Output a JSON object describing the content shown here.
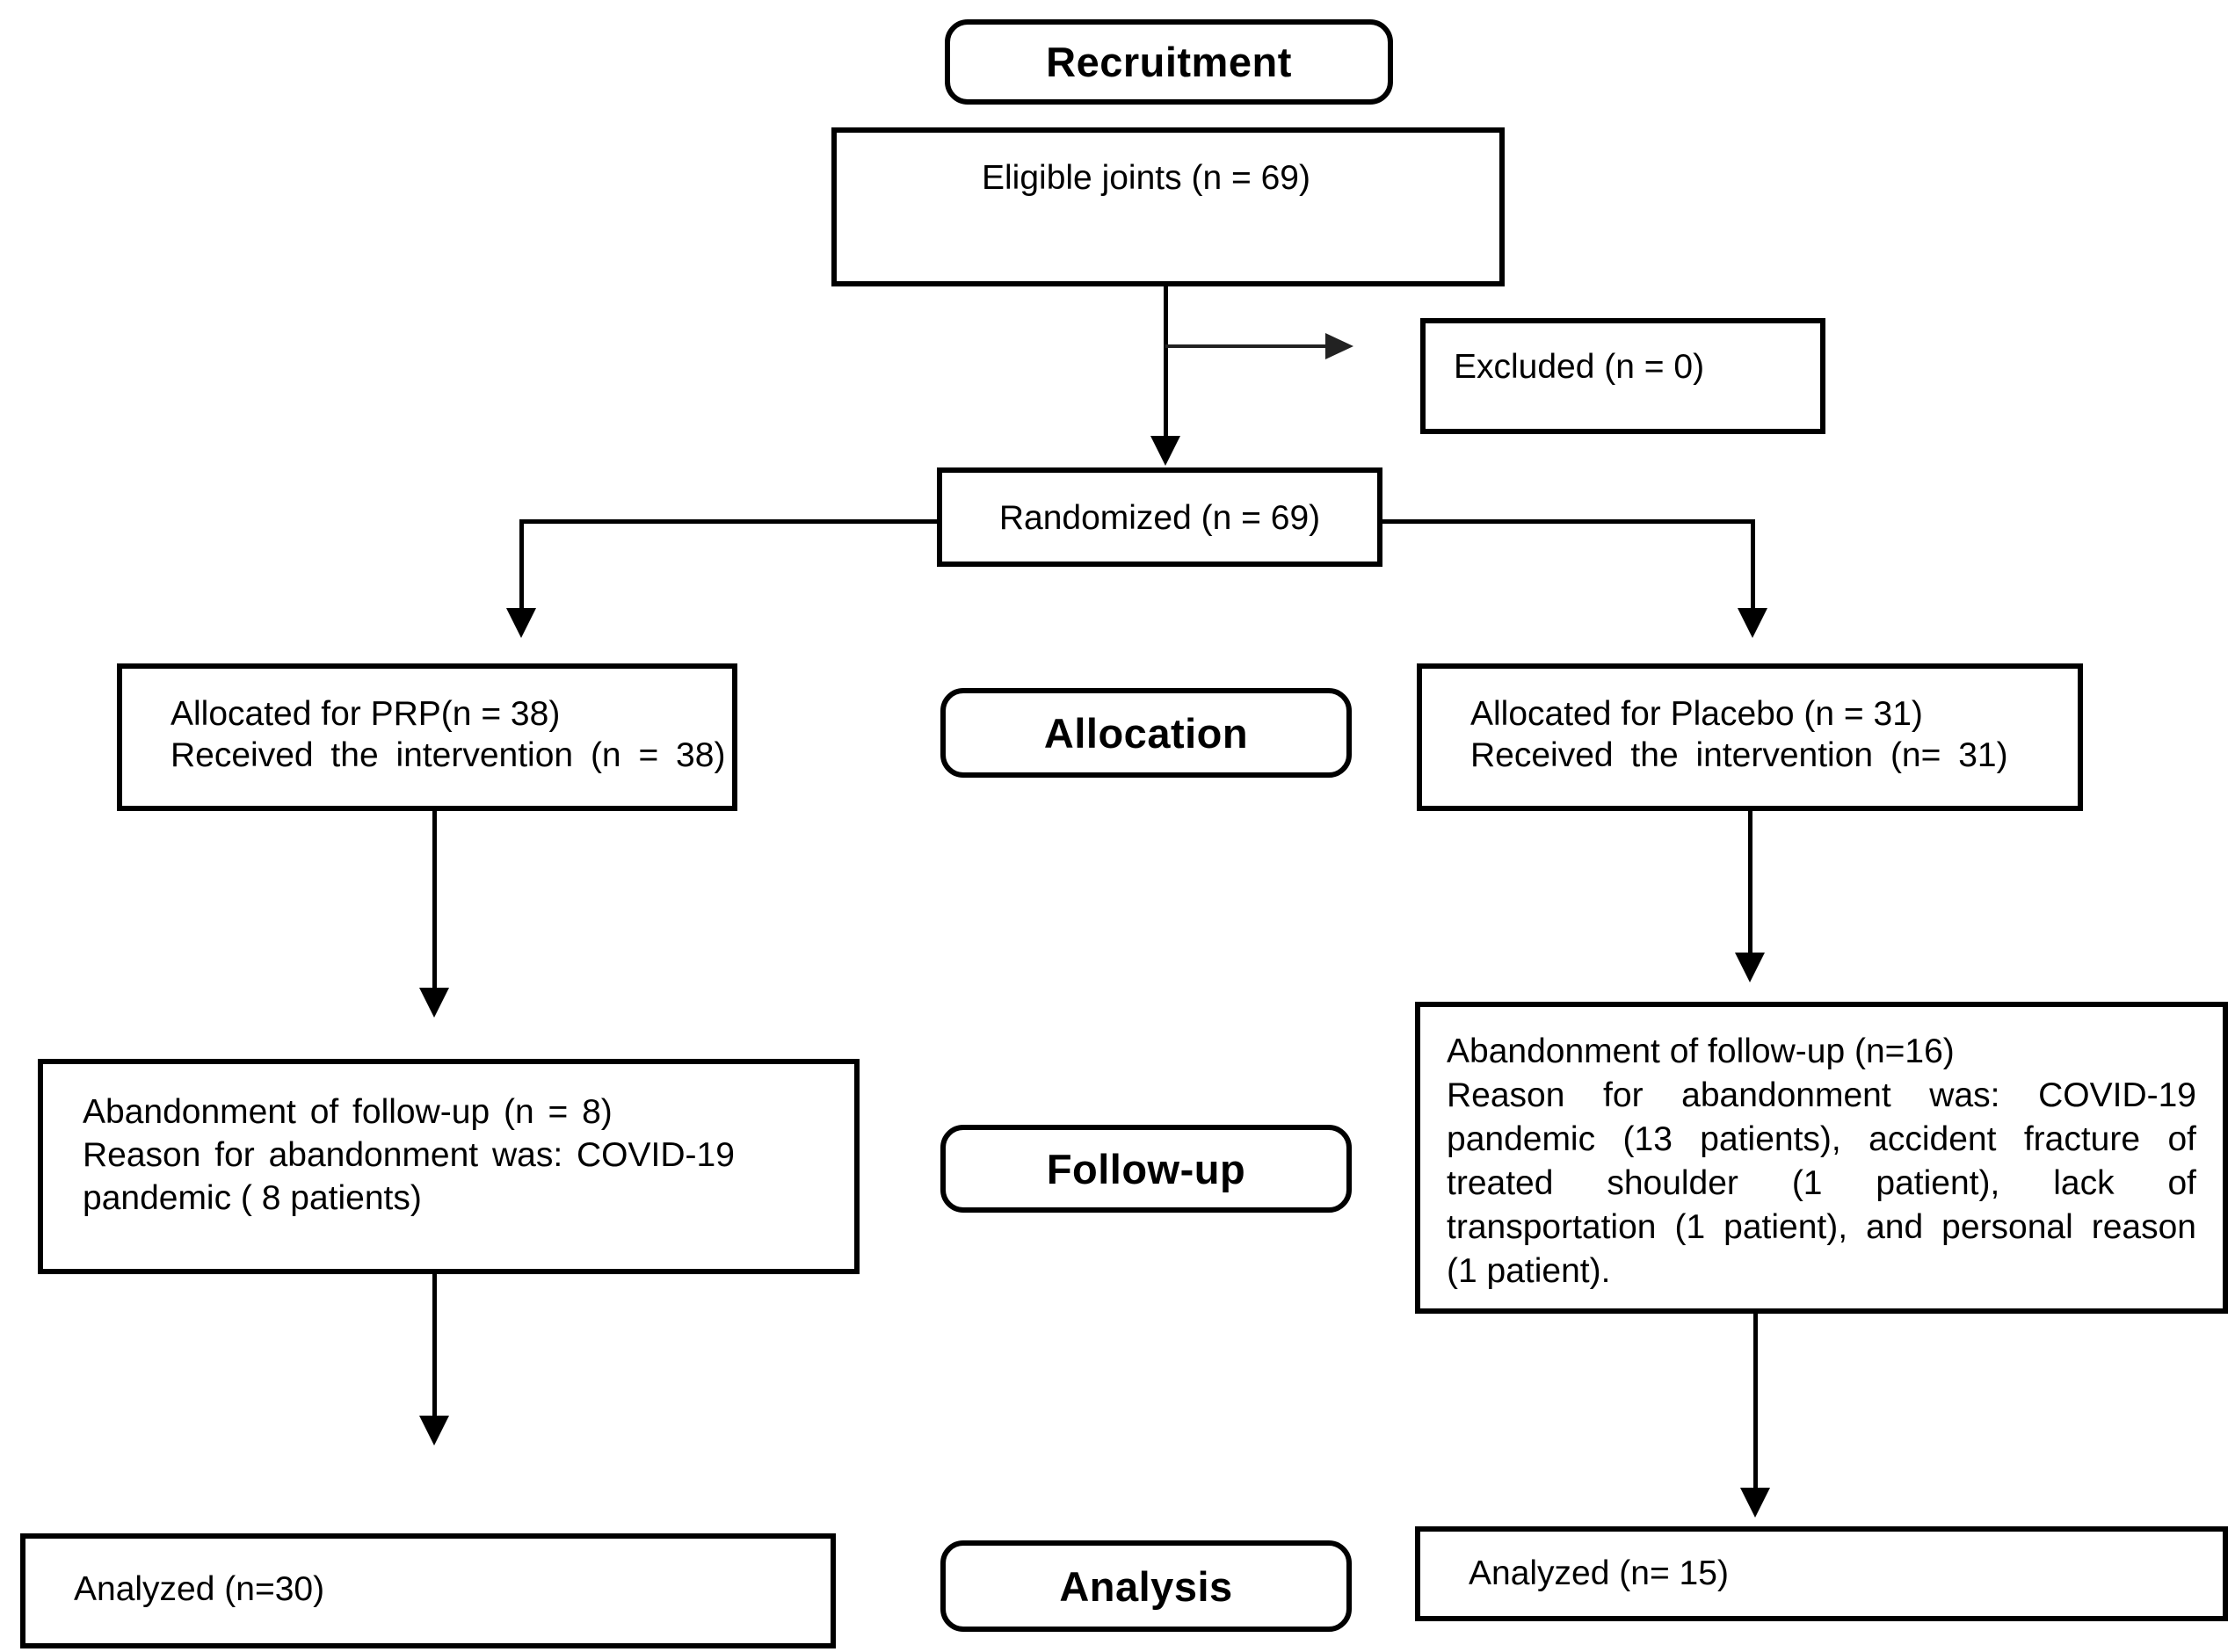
{
  "stage_labels": {
    "recruitment": "Recruitment",
    "allocation": "Allocation",
    "followup": "Follow-up",
    "analysis": "Analysis"
  },
  "boxes": {
    "eligible": {
      "line1": "Eligible joints (n = 69)"
    },
    "excluded": {
      "line1": "Excluded (n = 0)"
    },
    "randomized": {
      "line1": "Randomized (n = 69)"
    },
    "allocated_prp": {
      "line1": "Allocated for PRP(n = 38)",
      "line2": "Received the intervention (n = 38)"
    },
    "allocated_placebo": {
      "line1": "Allocated for Placebo (n = 31)",
      "line2": "Received the intervention (n= 31)"
    },
    "followup_prp": {
      "line1": "Abandonment of follow-up (n = 8)",
      "line2": "Reason for abandonment was: COVID-19",
      "line3": "pandemic ( 8 patients)"
    },
    "followup_placebo": {
      "line1": "Abandonment of follow-up (n=16)",
      "line2": "Reason for abandonment was: COVID-19",
      "line3": "pandemic (13 patients), accident fracture of",
      "line4": "treated shoulder (1 patient), lack of",
      "line5": "transportation (1 patient), and personal reason",
      "line6": "(1 patient)."
    },
    "analyzed_prp": {
      "line1": "Analyzed (n=30)"
    },
    "analyzed_placebo": {
      "line1": "Analyzed (n= 15)"
    }
  },
  "colors": {
    "box_border": "#000000",
    "background": "#ffffff",
    "text": "#000000"
  }
}
